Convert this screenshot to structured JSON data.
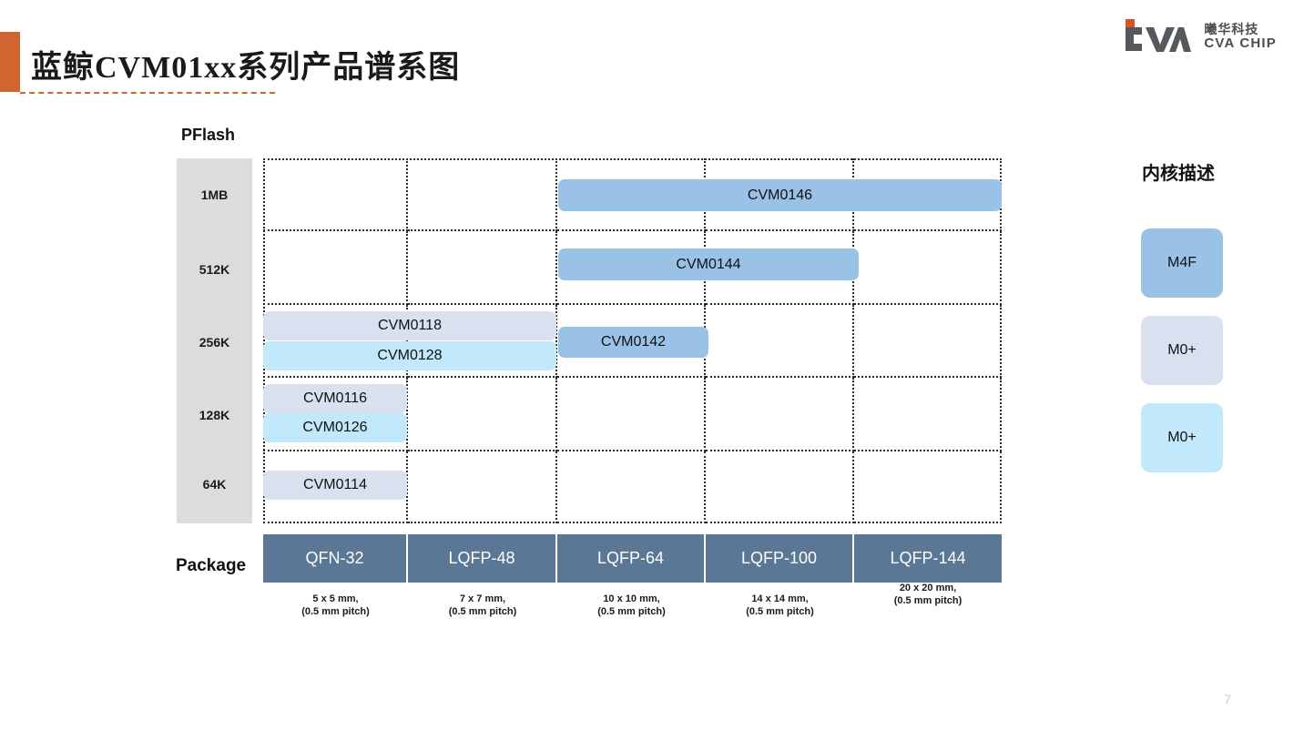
{
  "header": {
    "title": "蓝鲸CVM01xx系列产品谱系图",
    "accent_color": "#CF6531",
    "logo": {
      "cn": "曦华科技",
      "en": "CVA CHIP",
      "mark_text": "CVA",
      "accent_color": "#D8512A"
    }
  },
  "matrix": {
    "y_axis_label": "PFlash",
    "y_axis_ticks": [
      "1MB",
      "512K",
      "256K",
      "128K",
      "64K"
    ],
    "x_axis_label": "Package",
    "columns": [
      {
        "name": "QFN-32",
        "note_line1": "5 x 5 mm,",
        "note_line2": "(0.5 mm pitch)"
      },
      {
        "name": "LQFP-48",
        "note_line1": "7 x 7 mm,",
        "note_line2": "(0.5 mm pitch)"
      },
      {
        "name": "LQFP-64",
        "note_line1": "10 x 10 mm,",
        "note_line2": "(0.5 mm pitch)"
      },
      {
        "name": "LQFP-100",
        "note_line1": "14 x 14 mm,",
        "note_line2": "(0.5 mm pitch)"
      },
      {
        "name": "LQFP-144",
        "note_line1": "20 x 20 mm,",
        "note_line2": "(0.5 mm pitch)"
      }
    ],
    "header_color": "#5A7795",
    "axis_band_color": "#DCDCDC",
    "grid_line_color": "#2b2b2b"
  },
  "chart_data": {
    "type": "table",
    "title": "蓝鲸CVM01xx系列产品谱系图",
    "xlabel": "Package",
    "ylabel": "PFlash",
    "categories": [
      "QFN-32",
      "LQFP-48",
      "LQFP-64",
      "LQFP-100",
      "LQFP-144"
    ],
    "rows": [
      "1MB",
      "512K",
      "256K",
      "128K",
      "64K"
    ],
    "grid": "dotted",
    "legend_position": "right",
    "products": [
      {
        "name": "CVM0146",
        "flash": "1MB",
        "core": "M4F",
        "color": "#9AC2E6",
        "col_start": 3,
        "col_end": 5,
        "row": "1MB"
      },
      {
        "name": "CVM0144",
        "flash": "512K",
        "core": "M4F",
        "color": "#9AC2E6",
        "col_start": 3,
        "col_end": 4,
        "row": "512K"
      },
      {
        "name": "CVM0142",
        "flash": "256K",
        "core": "M4F",
        "color": "#9AC2E6",
        "col_start": 3,
        "col_end": 3,
        "row": "256K"
      },
      {
        "name": "CVM0118",
        "flash": "256K",
        "core": "M0+",
        "color": "#D9E0F0",
        "col_start": 1,
        "col_end": 2,
        "row": "256K"
      },
      {
        "name": "CVM0128",
        "flash": "256K",
        "core": "M0+",
        "color": "#C2E8FB",
        "col_start": 1,
        "col_end": 2,
        "row": "256K"
      },
      {
        "name": "CVM0116",
        "flash": "128K",
        "core": "M0+",
        "color": "#D9E0F0",
        "col_start": 1,
        "col_end": 1,
        "row": "128K"
      },
      {
        "name": "CVM0126",
        "flash": "128K",
        "core": "M0+",
        "color": "#C2E8FB",
        "col_start": 1,
        "col_end": 1,
        "row": "128K"
      },
      {
        "name": "CVM0114",
        "flash": "64K",
        "core": "M0+",
        "color": "#D9E0F0",
        "col_start": 1,
        "col_end": 1,
        "row": "64K"
      }
    ]
  },
  "legend": {
    "title": "内核描述",
    "items": [
      {
        "label": "M4F",
        "color": "#9AC2E6"
      },
      {
        "label": "M0+",
        "color": "#D9E0F0"
      },
      {
        "label": "M0+",
        "color": "#C2E8FB"
      }
    ]
  },
  "footer": {
    "page_number": "7"
  }
}
